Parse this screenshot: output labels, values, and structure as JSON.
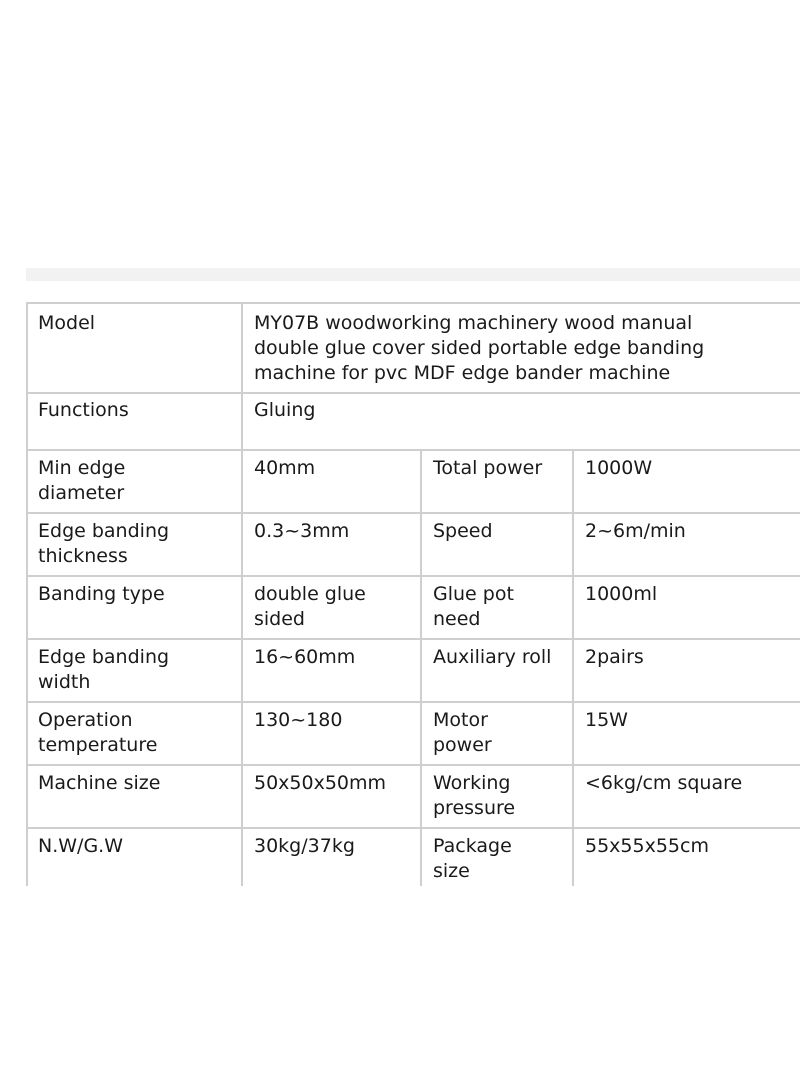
{
  "spec_table": {
    "model": {
      "label": "Model",
      "value_lines": [
        "MY07B woodworking machinery wood manual",
        "double glue cover sided portable edge banding",
        "machine for pvc MDF edge bander machine"
      ]
    },
    "functions": {
      "label": "Functions",
      "value": "Gluing"
    },
    "rows": [
      {
        "label1": [
          "Min edge",
          "diameter"
        ],
        "value1": [
          "40mm"
        ],
        "label2": [
          "Total power"
        ],
        "value2": [
          "1000W"
        ]
      },
      {
        "label1": [
          "Edge banding",
          "thickness"
        ],
        "value1": [
          "0.3~3mm"
        ],
        "label2": [
          "Speed"
        ],
        "value2": [
          "2~6m/min"
        ]
      },
      {
        "label1": [
          "Banding type"
        ],
        "value1": [
          "double glue",
          "sided"
        ],
        "label2": [
          "Glue pot",
          "need"
        ],
        "value2": [
          "1000ml"
        ]
      },
      {
        "label1": [
          "Edge banding",
          "width"
        ],
        "value1": [
          "16~60mm"
        ],
        "label2": [
          "Auxiliary roll"
        ],
        "value2": [
          "2pairs"
        ]
      },
      {
        "label1": [
          "Operation",
          "temperature"
        ],
        "value1": [
          "130~180"
        ],
        "label2": [
          "Motor",
          "power"
        ],
        "value2": [
          "15W"
        ]
      },
      {
        "label1": [
          "Machine size"
        ],
        "value1": [
          "50x50x50mm"
        ],
        "label2": [
          "Working",
          "pressure"
        ],
        "value2": [
          "<6kg/cm square"
        ]
      },
      {
        "label1": [
          "N.W/G.W"
        ],
        "value1": [
          "30kg/37kg"
        ],
        "label2": [
          "Package",
          "size"
        ],
        "value2": [
          "55x55x55cm"
        ]
      }
    ]
  }
}
